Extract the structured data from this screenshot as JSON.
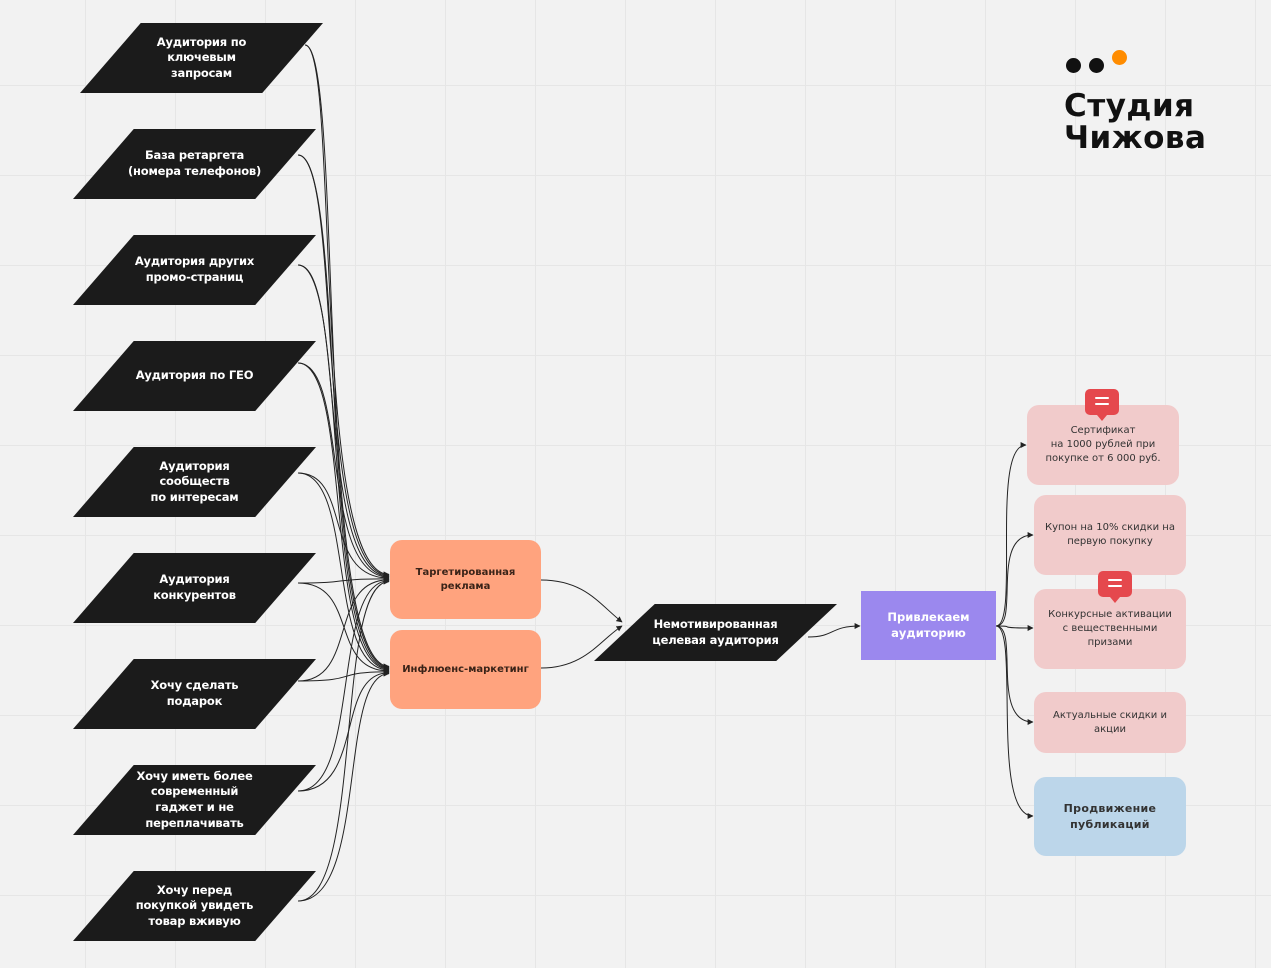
{
  "brand": {
    "name": "Студия\nЧижова",
    "dot_colors": [
      "#111111",
      "#111111",
      "#ff8c00"
    ]
  },
  "colors": {
    "source_fill": "#1b1b1b",
    "channel_fill": "#ffa37e",
    "attract_fill": "#9b88ee",
    "activation_fill": "#f1cbcb",
    "promotion_fill": "#bcd6ea",
    "comment_badge": "#e5484d",
    "connector": "#222222"
  },
  "sources": [
    "Аудитория по\nключевым\nзапросам",
    "База ретаргета\n(номера телефонов)",
    "Аудитория других\nпромо-страниц",
    "Аудитория по ГЕО",
    "Аудитория\nсообществ\nпо интересам",
    "Аудитория\nконкурентов",
    "Хочу сделать\nподарок",
    "Хочу иметь более\nсовременный\nгаджет и не\nпереплачивать",
    "Хочу перед\nпокупкой увидеть\nтовар вживую"
  ],
  "channels": {
    "targeted": "Таргетированная\nреклама",
    "influence": "Инфлюенс-маркетинг"
  },
  "audience": "Немотивированная\nцелевая аудитория",
  "attract": "Привлекаем\nаудиторию",
  "activations": [
    "Сертификат\nна 1000 рублей при\nпокупке от 6 000 руб.",
    "Купон на 10% скидки на\nпервую покупку",
    "Конкурсные активации\nс вещественными призами",
    "Актуальные скидки и\nакции"
  ],
  "promotion": "Продвижение\nпубликаций"
}
